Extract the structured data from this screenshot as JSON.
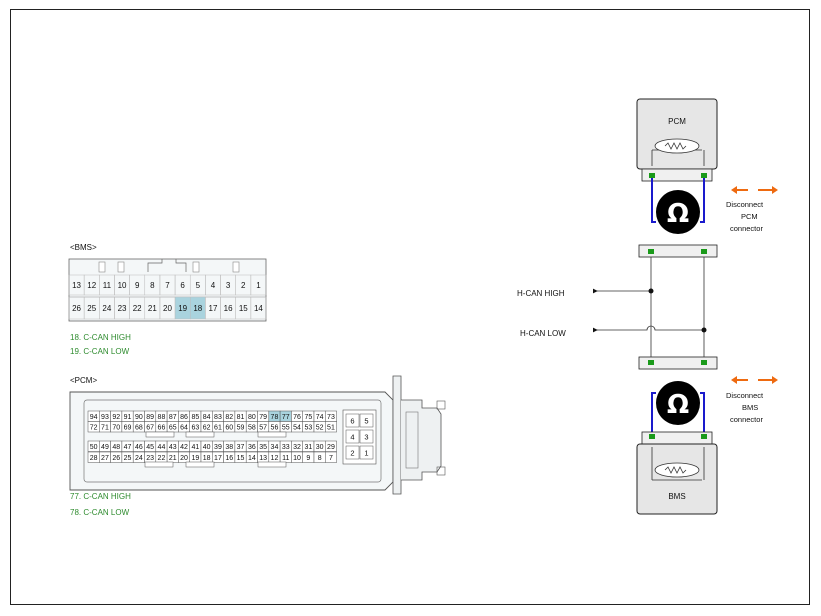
{
  "bms_connector": {
    "title": "<BMS>",
    "top_row": [
      "13",
      "12",
      "11",
      "10",
      "9",
      "8",
      "7",
      "6",
      "5",
      "4",
      "3",
      "2",
      "1"
    ],
    "bottom_row": [
      "26",
      "25",
      "24",
      "23",
      "22",
      "21",
      "20",
      "19",
      "18",
      "17",
      "16",
      "15",
      "14"
    ],
    "highlighted": [
      "18",
      "19"
    ],
    "notes": [
      "18.    C-CAN HIGH",
      "19. C-CAN LOW"
    ]
  },
  "pcm_connector": {
    "title": "<PCM>",
    "rows": [
      [
        "94",
        "93",
        "92",
        "91",
        "90",
        "89",
        "88",
        "87",
        "86",
        "85",
        "84",
        "83",
        "82",
        "81",
        "80",
        "79",
        "78",
        "77",
        "76",
        "75",
        "74",
        "73"
      ],
      [
        "72",
        "71",
        "70",
        "69",
        "68",
        "67",
        "66",
        "65",
        "64",
        "63",
        "62",
        "61",
        "60",
        "59",
        "58",
        "57",
        "56",
        "55",
        "54",
        "53",
        "52",
        "51"
      ],
      [
        "50",
        "49",
        "48",
        "47",
        "46",
        "45",
        "44",
        "43",
        "42",
        "41",
        "40",
        "39",
        "38",
        "37",
        "36",
        "35",
        "34",
        "33",
        "32",
        "31",
        "30",
        "29"
      ],
      [
        "28",
        "27",
        "26",
        "25",
        "24",
        "23",
        "22",
        "21",
        "20",
        "19",
        "18",
        "17",
        "16",
        "15",
        "14",
        "13",
        "12",
        "11",
        "10",
        "9",
        "8",
        "7"
      ]
    ],
    "side_block": [
      [
        "6",
        "5"
      ],
      [
        "4",
        "3"
      ],
      [
        "2",
        "1"
      ]
    ],
    "highlighted": [
      "77",
      "78"
    ],
    "notes": [
      "77.    C-CAN HIGH",
      "78. C-CAN LOW"
    ]
  },
  "schematic": {
    "pcm_label": "PCM",
    "bms_label": "BMS",
    "ohm_symbol": "Ω",
    "disconnect_top": [
      "Disconnect",
      "PCM",
      "connector"
    ],
    "disconnect_bottom": [
      "Disconnect",
      "BMS",
      "connector"
    ],
    "line_high": "H-CAN HIGH",
    "line_low": "H-CAN LOW",
    "colors": {
      "wire_blue": "#1a1acc",
      "pin_green": "#1a9a1a",
      "arrow_orange": "#ee6a10",
      "highlight": "#a9d3de"
    }
  }
}
